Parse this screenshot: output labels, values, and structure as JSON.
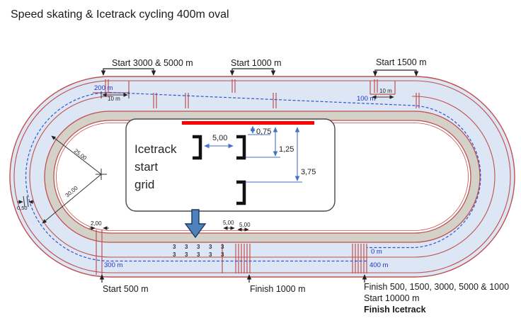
{
  "title": "Speed skating & Icetrack cycling 400m oval",
  "colors": {
    "lane_blue": "#dce6f5",
    "warmup_gray": "#d3d1c8",
    "track_line_red": "#c0504d",
    "start_bar_red": "#ff0000",
    "dim_blue": "#4472c4",
    "marker_label_blue": "#2233cc",
    "big_arrow_fill": "#4f81bd",
    "big_arrow_border": "#17375e"
  },
  "start_labels": {
    "s3000_5000": "Start 3000 & 5000 m",
    "s1000": "Start 1000 m",
    "s1500": "Start 1500 m",
    "s500": "Start 500 m"
  },
  "finish_labels": {
    "f1000": "Finish 1000 m",
    "multi": "Finish 500, 1500, 3000, 5000 & 1000",
    "start10000": "Start 10000 m",
    "finish_icetrack": "Finish Icetrack"
  },
  "markers": {
    "m200": "200 m",
    "m100": "100 m",
    "m300": "300 m",
    "m400": "400 m",
    "m0": "0 m",
    "ten_left": "10 m",
    "ten_right": "10 m"
  },
  "dims": {
    "radius_inner": "25,00",
    "radius_outer": "30,00",
    "offset_050": "0,50",
    "gap_200": "2,00",
    "gap_500a": "5,00",
    "gap_500b": "5,00"
  },
  "infobox": {
    "line1": "Icetrack",
    "line2": "start",
    "line3": "grid",
    "width_500": "5,00",
    "h_075": "0,75",
    "h_125": "1,25",
    "h_375": "3,75"
  },
  "grid_mark": "3"
}
